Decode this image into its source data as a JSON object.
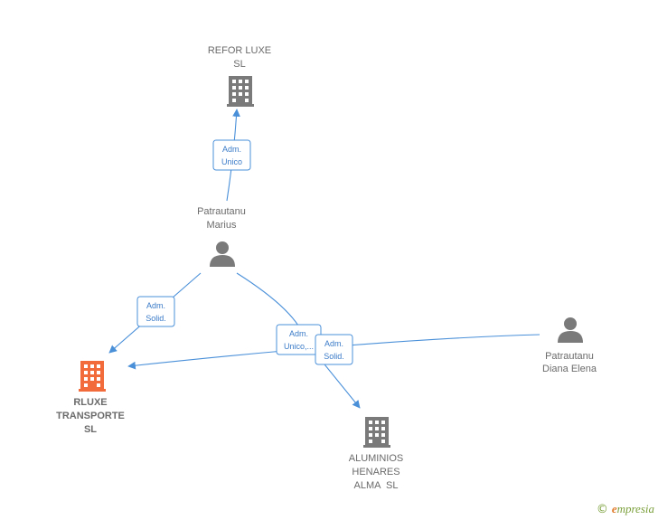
{
  "nodes": {
    "refor_luxe": {
      "line1": "REFOR LUXE",
      "line2": "SL",
      "icon": "building-icon",
      "color": "#7a7a7a"
    },
    "patrautanu_marius": {
      "line1": "Patrautanu",
      "line2": "Marius",
      "icon": "person-icon",
      "color": "#7a7a7a"
    },
    "rluxe_transporte": {
      "line1": "RLUXE",
      "line2": "TRANSPORTE",
      "line3": "SL",
      "icon": "building-icon",
      "color": "#f26b3a"
    },
    "patrautanu_diana": {
      "line1": "Patrautanu",
      "line2": "Diana Elena",
      "icon": "person-icon",
      "color": "#7a7a7a"
    },
    "aluminios_henares": {
      "line1": "ALUMINIOS",
      "line2": "HENARES",
      "line3": "ALMA  SL",
      "icon": "building-icon",
      "color": "#7a7a7a"
    }
  },
  "edges": {
    "marius_refor": {
      "line1": "Adm.",
      "line2": "Unico"
    },
    "marius_rluxe": {
      "line1": "Adm.",
      "line2": "Solid."
    },
    "marius_aluminios": {
      "line1": "Adm.",
      "line2": "Unico,..."
    },
    "diana_rluxe": {
      "line1": "Adm.",
      "line2": "Solid."
    }
  },
  "watermark": {
    "copyright": "©",
    "brand_first": "e",
    "brand_rest": "mpresia"
  },
  "colors": {
    "edge": "#4a90d9",
    "node": "#7a7a7a",
    "highlight": "#f26b3a"
  }
}
